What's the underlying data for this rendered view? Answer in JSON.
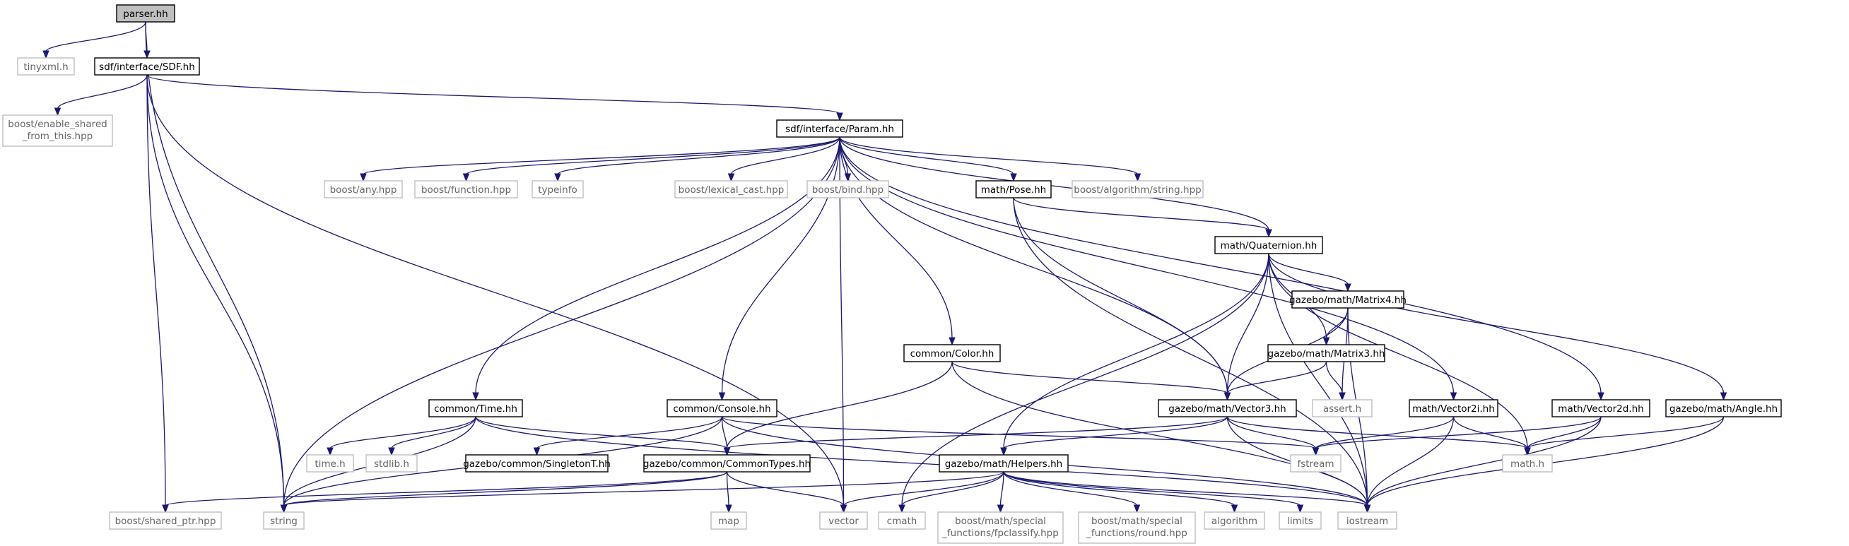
{
  "graph": {
    "arrow_color": "#191970",
    "root_fill": "#bfbfbf",
    "external_border": "#bfbfbf",
    "nodes": [
      {
        "id": "parser",
        "kind": "root",
        "lines": [
          "parser.hh"
        ]
      },
      {
        "id": "tinyxml",
        "kind": "external",
        "lines": [
          "tinyxml.h"
        ]
      },
      {
        "id": "sdf",
        "kind": "internal",
        "lines": [
          "sdf/interface/SDF.hh"
        ]
      },
      {
        "id": "enable_shared",
        "kind": "external",
        "lines": [
          "boost/enable_shared",
          "_from_this.hpp"
        ]
      },
      {
        "id": "param",
        "kind": "internal",
        "lines": [
          "sdf/interface/Param.hh"
        ]
      },
      {
        "id": "boost_any",
        "kind": "external",
        "lines": [
          "boost/any.hpp"
        ]
      },
      {
        "id": "boost_function",
        "kind": "external",
        "lines": [
          "boost/function.hpp"
        ]
      },
      {
        "id": "typeinfo",
        "kind": "external",
        "lines": [
          "typeinfo"
        ]
      },
      {
        "id": "lexical_cast",
        "kind": "external",
        "lines": [
          "boost/lexical_cast.hpp"
        ]
      },
      {
        "id": "boost_bind",
        "kind": "external",
        "lines": [
          "boost/bind.hpp"
        ]
      },
      {
        "id": "pose",
        "kind": "internal",
        "lines": [
          "math/Pose.hh"
        ]
      },
      {
        "id": "alg_string",
        "kind": "external",
        "lines": [
          "boost/algorithm/string.hpp"
        ]
      },
      {
        "id": "quaternion",
        "kind": "internal",
        "lines": [
          "math/Quaternion.hh"
        ]
      },
      {
        "id": "matrix4",
        "kind": "internal",
        "lines": [
          "gazebo/math/Matrix4.hh"
        ]
      },
      {
        "id": "matrix3",
        "kind": "internal",
        "lines": [
          "gazebo/math/Matrix3.hh"
        ]
      },
      {
        "id": "color",
        "kind": "internal",
        "lines": [
          "common/Color.hh"
        ]
      },
      {
        "id": "assert_h",
        "kind": "external",
        "lines": [
          "assert.h"
        ]
      },
      {
        "id": "time",
        "kind": "internal",
        "lines": [
          "common/Time.hh"
        ]
      },
      {
        "id": "console",
        "kind": "internal",
        "lines": [
          "common/Console.hh"
        ]
      },
      {
        "id": "vector3",
        "kind": "internal",
        "lines": [
          "gazebo/math/Vector3.hh"
        ]
      },
      {
        "id": "vector2i",
        "kind": "internal",
        "lines": [
          "math/Vector2i.hh"
        ]
      },
      {
        "id": "vector2d",
        "kind": "internal",
        "lines": [
          "math/Vector2d.hh"
        ]
      },
      {
        "id": "angle",
        "kind": "internal",
        "lines": [
          "gazebo/math/Angle.hh"
        ]
      },
      {
        "id": "time_h",
        "kind": "external",
        "lines": [
          "time.h"
        ]
      },
      {
        "id": "stdlib_h",
        "kind": "external",
        "lines": [
          "stdlib.h"
        ]
      },
      {
        "id": "singleton",
        "kind": "internal",
        "lines": [
          "gazebo/common/SingletonT.hh"
        ]
      },
      {
        "id": "commontypes",
        "kind": "internal",
        "lines": [
          "gazebo/common/CommonTypes.hh"
        ]
      },
      {
        "id": "helpers",
        "kind": "internal",
        "lines": [
          "gazebo/math/Helpers.hh"
        ]
      },
      {
        "id": "fstream",
        "kind": "external",
        "lines": [
          "fstream"
        ]
      },
      {
        "id": "math_h",
        "kind": "external",
        "lines": [
          "math.h"
        ]
      },
      {
        "id": "shared_ptr",
        "kind": "external",
        "lines": [
          "boost/shared_ptr.hpp"
        ]
      },
      {
        "id": "string",
        "kind": "external",
        "lines": [
          "string"
        ]
      },
      {
        "id": "map",
        "kind": "external",
        "lines": [
          "map"
        ]
      },
      {
        "id": "vector",
        "kind": "external",
        "lines": [
          "vector"
        ]
      },
      {
        "id": "cmath",
        "kind": "external",
        "lines": [
          "cmath"
        ]
      },
      {
        "id": "fpclassify",
        "kind": "external",
        "lines": [
          "boost/math/special",
          "_functions/fpclassify.hpp"
        ]
      },
      {
        "id": "round",
        "kind": "external",
        "lines": [
          "boost/math/special",
          "_functions/round.hpp"
        ]
      },
      {
        "id": "algorithm",
        "kind": "external",
        "lines": [
          "algorithm"
        ]
      },
      {
        "id": "limits",
        "kind": "external",
        "lines": [
          "limits"
        ]
      },
      {
        "id": "iostream",
        "kind": "external",
        "lines": [
          "iostream"
        ]
      }
    ],
    "edges": [
      [
        "parser",
        "tinyxml"
      ],
      [
        "parser",
        "sdf"
      ],
      [
        "parser",
        "string"
      ],
      [
        "sdf",
        "enable_shared"
      ],
      [
        "sdf",
        "param"
      ],
      [
        "sdf",
        "shared_ptr"
      ],
      [
        "sdf",
        "string"
      ],
      [
        "sdf",
        "vector"
      ],
      [
        "param",
        "boost_any"
      ],
      [
        "param",
        "boost_function"
      ],
      [
        "param",
        "typeinfo"
      ],
      [
        "param",
        "lexical_cast"
      ],
      [
        "param",
        "boost_bind"
      ],
      [
        "param",
        "pose"
      ],
      [
        "param",
        "alg_string"
      ],
      [
        "param",
        "quaternion"
      ],
      [
        "param",
        "string"
      ],
      [
        "param",
        "time"
      ],
      [
        "param",
        "console"
      ],
      [
        "param",
        "color"
      ],
      [
        "param",
        "vector"
      ],
      [
        "param",
        "vector3"
      ],
      [
        "param",
        "vector2i"
      ],
      [
        "param",
        "vector2d"
      ],
      [
        "pose",
        "quaternion"
      ],
      [
        "pose",
        "vector3"
      ],
      [
        "pose",
        "iostream"
      ],
      [
        "quaternion",
        "matrix4"
      ],
      [
        "quaternion",
        "matrix3"
      ],
      [
        "quaternion",
        "vector3"
      ],
      [
        "quaternion",
        "angle"
      ],
      [
        "quaternion",
        "math_h"
      ],
      [
        "quaternion",
        "cmath"
      ],
      [
        "quaternion",
        "helpers"
      ],
      [
        "quaternion",
        "iostream"
      ],
      [
        "matrix4",
        "matrix3"
      ],
      [
        "matrix4",
        "vector3"
      ],
      [
        "matrix4",
        "assert_h"
      ],
      [
        "matrix4",
        "iostream"
      ],
      [
        "matrix3",
        "vector3"
      ],
      [
        "matrix3",
        "assert_h"
      ],
      [
        "color",
        "vector3"
      ],
      [
        "color",
        "commontypes"
      ],
      [
        "color",
        "iostream"
      ],
      [
        "time",
        "time_h"
      ],
      [
        "time",
        "stdlib_h"
      ],
      [
        "time",
        "commontypes"
      ],
      [
        "time",
        "string"
      ],
      [
        "time",
        "iostream"
      ],
      [
        "console",
        "singleton"
      ],
      [
        "console",
        "commontypes"
      ],
      [
        "console",
        "string"
      ],
      [
        "console",
        "iostream"
      ],
      [
        "console",
        "fstream"
      ],
      [
        "vector3",
        "commontypes"
      ],
      [
        "vector3",
        "helpers"
      ],
      [
        "vector3",
        "fstream"
      ],
      [
        "vector3",
        "math_h"
      ],
      [
        "vector3",
        "iostream"
      ],
      [
        "vector2i",
        "fstream"
      ],
      [
        "vector2i",
        "math_h"
      ],
      [
        "vector2i",
        "iostream"
      ],
      [
        "vector2d",
        "fstream"
      ],
      [
        "vector2d",
        "math_h"
      ],
      [
        "vector2d",
        "iostream"
      ],
      [
        "angle",
        "math_h"
      ],
      [
        "angle",
        "iostream"
      ],
      [
        "commontypes",
        "shared_ptr"
      ],
      [
        "commontypes",
        "string"
      ],
      [
        "commontypes",
        "map"
      ],
      [
        "commontypes",
        "vector"
      ],
      [
        "helpers",
        "string"
      ],
      [
        "helpers",
        "vector"
      ],
      [
        "helpers",
        "cmath"
      ],
      [
        "helpers",
        "fpclassify"
      ],
      [
        "helpers",
        "round"
      ],
      [
        "helpers",
        "algorithm"
      ],
      [
        "helpers",
        "limits"
      ],
      [
        "helpers",
        "iostream"
      ]
    ]
  }
}
